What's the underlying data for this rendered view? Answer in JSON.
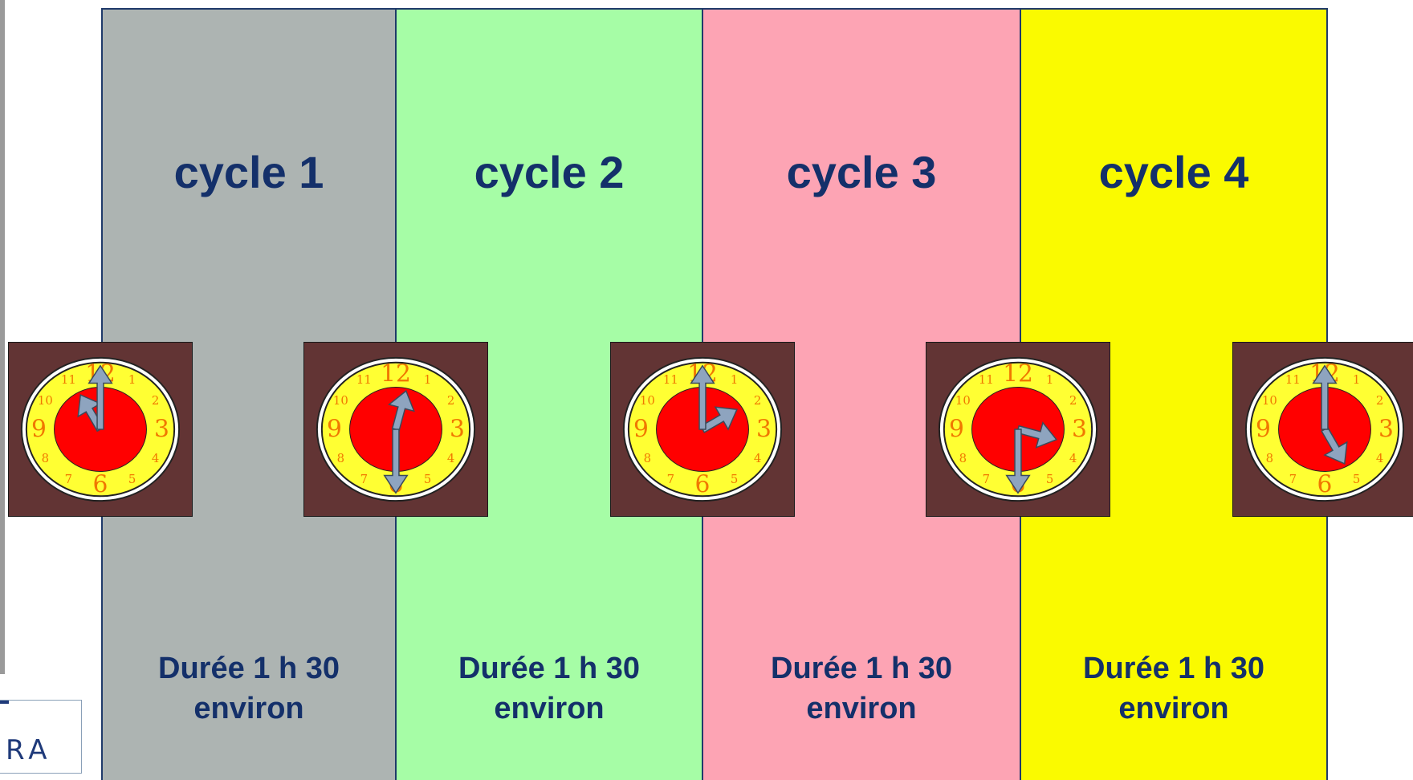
{
  "cycles": [
    {
      "label": "cycle 1",
      "duration_line1": "Durée 1 h 30",
      "duration_line2": "environ",
      "color": "#adb4b2"
    },
    {
      "label": "cycle 2",
      "duration_line1": "Durée 1 h 30",
      "duration_line2": "environ",
      "color": "#a6fda6"
    },
    {
      "label": "cycle 3",
      "duration_line1": "Durée 1 h 30",
      "duration_line2": "environ",
      "color": "#fda4b4"
    },
    {
      "label": "cycle 4",
      "duration_line1": "Durée 1 h 30",
      "duration_line2": "environ",
      "color": "#fafa00"
    }
  ],
  "clocks": [
    {
      "time": "11:00",
      "hour": 11,
      "minute": 0
    },
    {
      "time": "12:30",
      "hour": 12,
      "minute": 30
    },
    {
      "time": "2:00",
      "hour": 2,
      "minute": 0
    },
    {
      "time": "3:30",
      "hour": 3,
      "minute": 30
    },
    {
      "time": "5:00",
      "hour": 5,
      "minute": 0
    }
  ],
  "clock_numerals": [
    "12",
    "1",
    "2",
    "3",
    "4",
    "5",
    "6",
    "7",
    "8",
    "9",
    "10",
    "11"
  ],
  "colors": {
    "frame": "#623434",
    "dial_ring": "#ffff33",
    "dial_center": "#ff0000",
    "numerals": "#f07800",
    "hands": "#8ea4bf",
    "title_text": "#14306a"
  },
  "logo": {
    "text": "RA"
  }
}
